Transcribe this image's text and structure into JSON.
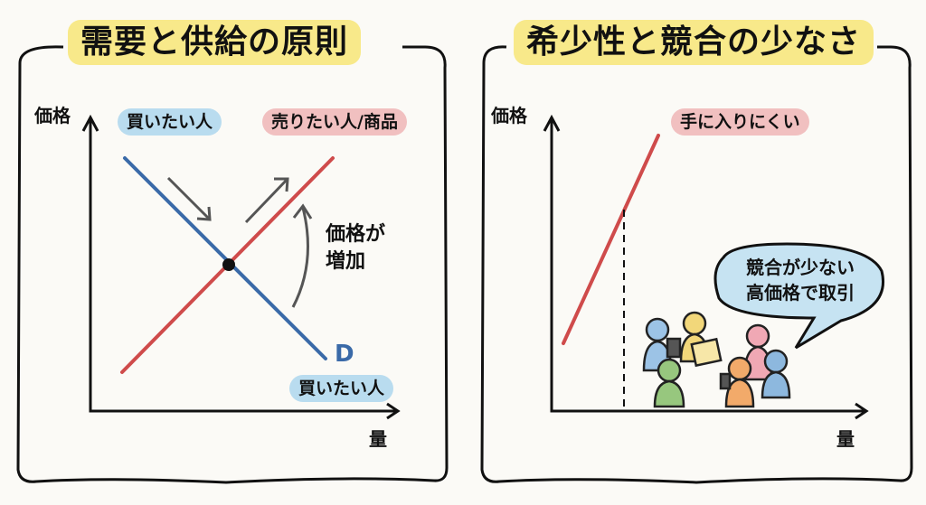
{
  "left_panel": {
    "title": "需要と供給の原則",
    "y_axis_label": "価格",
    "x_axis_label": "量",
    "demand_tag_top": "買いたい人",
    "supply_tag": "売りたい人/商品",
    "demand_curve_letter": "D",
    "demand_tag_bottom": "買いたい人",
    "annotation": [
      "価格が",
      "増加"
    ],
    "colors": {
      "demand": "#3a6aa8",
      "supply": "#cf4b4b",
      "title_bg": "#f8e98a"
    }
  },
  "right_panel": {
    "title": "希少性と競合の少なさ",
    "y_axis_label": "価格",
    "x_axis_label": "量",
    "supply_tag": "手に入りにくい",
    "speech_bubble": [
      "競合が少ない",
      "高価格で取引"
    ],
    "colors": {
      "supply": "#cf4b4b",
      "bubble_bg": "#c6e3f2"
    }
  },
  "chart_data": [
    {
      "type": "line",
      "title": "需要と供給の原則",
      "xlabel": "量",
      "ylabel": "価格",
      "series": [
        {
          "name": "買いたい人 (D)",
          "points": [
            [
              0.1,
              0.95
            ],
            [
              0.9,
              0.1
            ]
          ]
        },
        {
          "name": "売りたい人/商品",
          "points": [
            [
              0.1,
              0.1
            ],
            [
              0.95,
              0.95
            ]
          ]
        }
      ],
      "annotations": [
        "価格が増加",
        "equilibrium point at intersection"
      ]
    },
    {
      "type": "line",
      "title": "希少性と競合の少なさ",
      "xlabel": "量",
      "ylabel": "価格",
      "series": [
        {
          "name": "手に入りにくい",
          "points": [
            [
              0.05,
              0.25
            ],
            [
              0.35,
              1.0
            ]
          ]
        }
      ],
      "annotations": [
        "競合が少ない 高価格で取引"
      ]
    }
  ]
}
